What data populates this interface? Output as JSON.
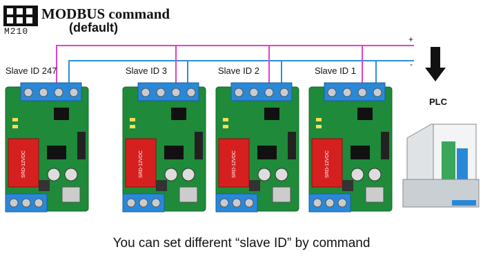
{
  "header": {
    "title": "MODBUS command",
    "subtitle": "(default)",
    "model": "M210"
  },
  "bus": {
    "plus_label": "+",
    "minus_label": "-",
    "plus_color": "#e040c8",
    "minus_color": "#2a8ee0"
  },
  "boards": [
    {
      "label": "Slave ID 247"
    },
    {
      "label": "Slave ID 3"
    },
    {
      "label": "Slave ID 2"
    },
    {
      "label": "Slave ID 1"
    }
  ],
  "plc": {
    "label": "PLC"
  },
  "caption": "You can set different “slave ID” by command"
}
